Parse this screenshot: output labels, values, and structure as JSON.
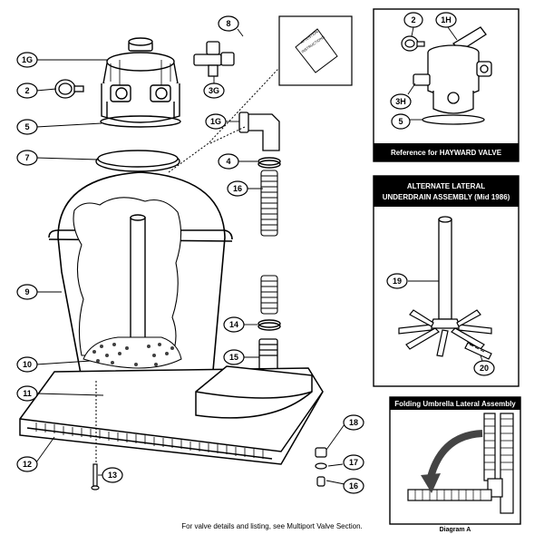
{
  "callouts": {
    "c1G_top": "1G",
    "c2_left": "2",
    "c5_left": "5",
    "c7": "7",
    "c8": "8",
    "c3G": "3G",
    "c1G_elbow": "1G",
    "c4": "4",
    "c16_hose": "16",
    "c9": "9",
    "c14": "14",
    "c15": "15",
    "c10": "10",
    "c11": "11",
    "c12": "12",
    "c13": "13",
    "c18": "18",
    "c17": "17",
    "c16_bottom": "16",
    "c2_ref": "2",
    "c1H": "1H",
    "c3H": "3H",
    "c5_ref": "5",
    "c19": "19",
    "c20": "20"
  },
  "sticker_text": {
    "line1": "ATTENTION",
    "line2": "INSTRUCTIONS"
  },
  "hayward_box": {
    "caption": "Reference for HAYWARD VALVE"
  },
  "lateral_box": {
    "title_line1": "ALTERNATE LATERAL",
    "title_line2": "UNDERDRAIN ASSEMBLY  (Mid 1986)"
  },
  "umbrella_box": {
    "title": "Folding Umbrella Lateral Assembly",
    "caption": "Diagram A"
  },
  "footer": "For valve details and listing, see Multiport Valve Section."
}
